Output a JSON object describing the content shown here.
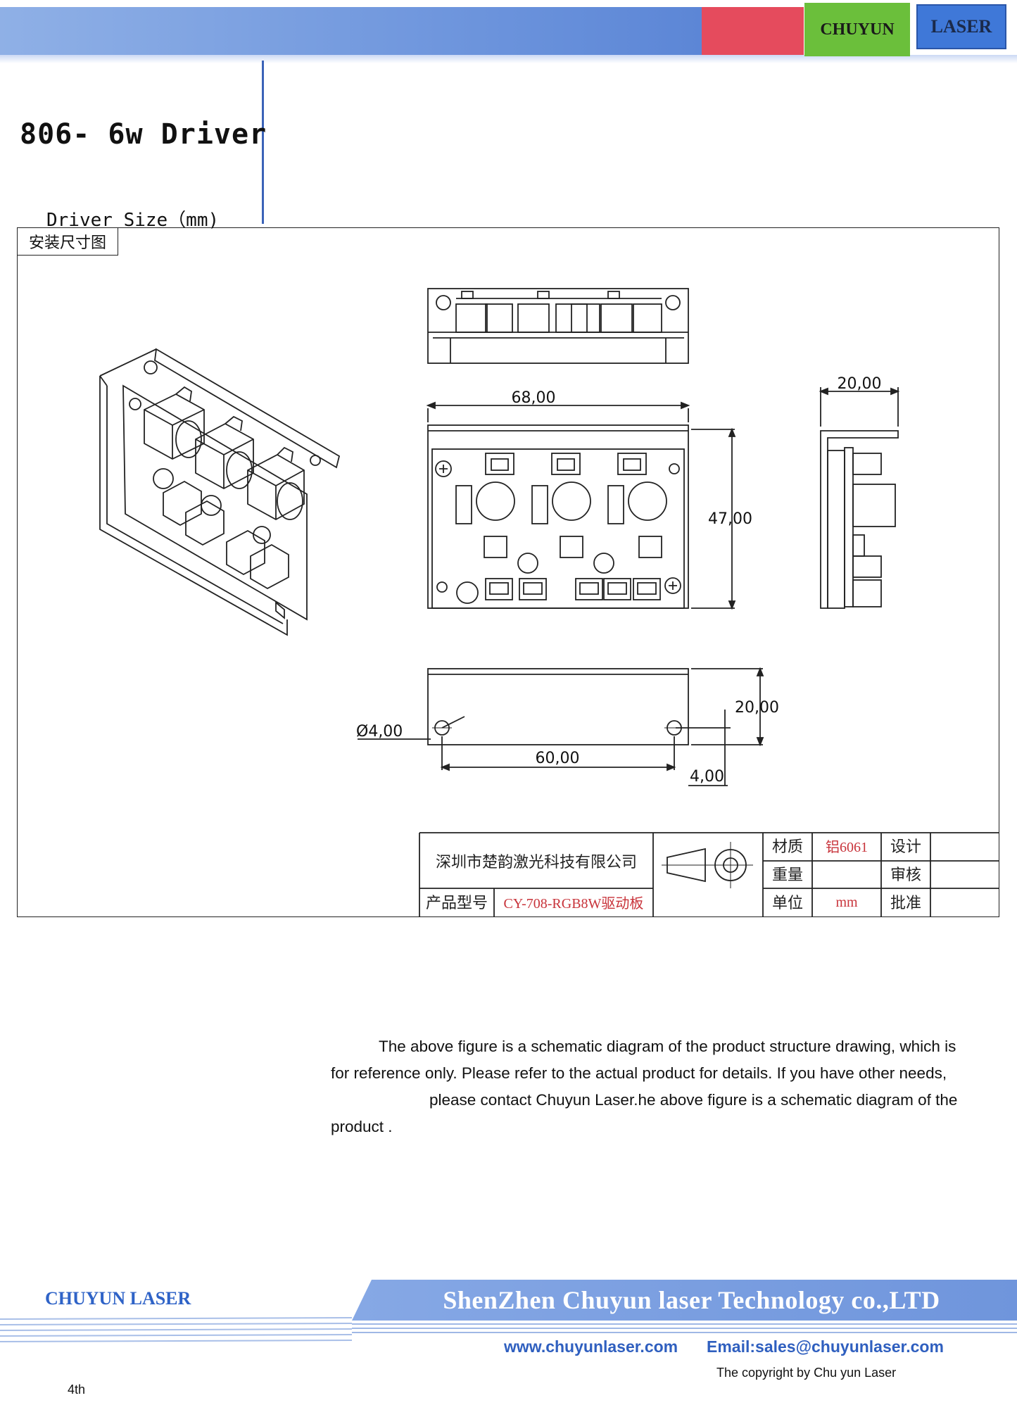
{
  "header": {
    "brand_left": "CHUYUN",
    "brand_right": "LASER",
    "colors": {
      "band": "#6b93dc",
      "red": "#e54b5d",
      "green": "#6bbf3b",
      "blue": "#3f78d8"
    }
  },
  "title": "806- 6w Driver",
  "size_label": "Driver Size（mm)",
  "drawing": {
    "frame_tag": "安装尺寸图",
    "dimensions": {
      "top_width": "68,00",
      "height": "47,00",
      "side_depth": "20,00",
      "hole_diameter": "Ø4,00",
      "hole_spacing": "60,00",
      "bracket_height": "20,00",
      "edge_offset": "4,00"
    },
    "title_block": {
      "company": "深圳市楚韵激光科技有限公司",
      "model_label": "产品型号",
      "model_value": "CY-708-RGB8W驱动板",
      "material_label": "材质",
      "material_value": "铝6061",
      "weight_label": "重量",
      "unit_label": "单位",
      "unit_value": "mm",
      "design_label": "设计",
      "review_label": "审核",
      "approve_label": "批准"
    }
  },
  "description": [
    "The above figure is a schematic diagram of the product structure drawing, which is",
    "for reference only. Please refer to the actual product for details. If you have other needs,",
    "please contact Chuyun Laser.he above figure is a schematic diagram of the",
    "product ."
  ],
  "footer": {
    "brand": "CHUYUN LASER",
    "company": "ShenZhen Chuyun laser Technology co.,LTD",
    "website": "www.chuyunlaser.com",
    "email": "Email:sales@chuyunlaser.com",
    "copyright": "The copyright by Chu yun Laser",
    "page": "4th"
  }
}
